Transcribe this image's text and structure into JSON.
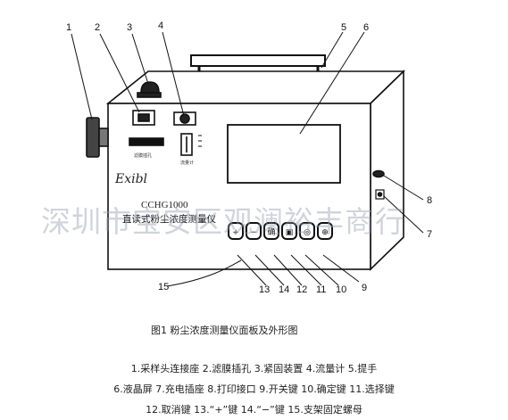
{
  "colors": {
    "ink": "#111111",
    "screen_fill": "#ffffff",
    "watermark": "#9aa0af"
  },
  "callouts": {
    "c1": "1",
    "c2": "2",
    "c3": "3",
    "c4": "4",
    "c5": "5",
    "c6": "6",
    "c7": "7",
    "c8": "8",
    "c9": "9",
    "c10": "10",
    "c11": "11",
    "c12": "12",
    "c13": "13",
    "c14": "14",
    "c15": "15"
  },
  "panel": {
    "brand": "Exibl",
    "model": "CCHG1000",
    "name": "直读式粉尘浓度测量仪",
    "filter_label": "滤膜插孔",
    "gauge_label": "流量计"
  },
  "keys": [
    "+",
    "−",
    "确",
    "▣",
    "◎",
    "⊕"
  ],
  "watermark": "深圳市宝安区观澜裕丰商行",
  "figure_title": "图1 粉尘浓度测量仪面板及外形图",
  "legend_lines": [
    "1.采样头连接座 2.滤膜插孔   3.紧固装置  4.流量计  5.提手",
    "6.液晶屏  7.充电插座  8.打印接口  9.开关键  10.确定键  11.选择键",
    "12.取消键     13.“+”键   14.“−”键     15.支架固定螺母"
  ]
}
